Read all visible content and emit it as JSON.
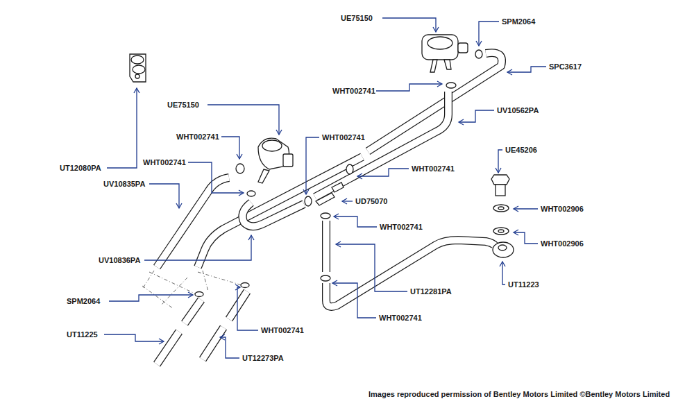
{
  "diagram": {
    "labels": [
      "UE75150",
      "SPM2064",
      "SPC3617",
      "WHT002741",
      "UV10562PA",
      "UT12080PA",
      "UE75150",
      "WHT002741",
      "WHT002741",
      "WHT002741",
      "UE45206",
      "WHT002741",
      "UV10835PA",
      "UD75070",
      "WHT002906",
      "WHT002741",
      "WHT002906",
      "UV10836PA",
      "UT12281PA",
      "UT11223",
      "SPM2064",
      "WHT002741",
      "WHT002741",
      "UT11225",
      "UT12273PA",
      "Images reproduced permission of Bentley Motors Limited ©Bentley Motors Limited"
    ]
  }
}
